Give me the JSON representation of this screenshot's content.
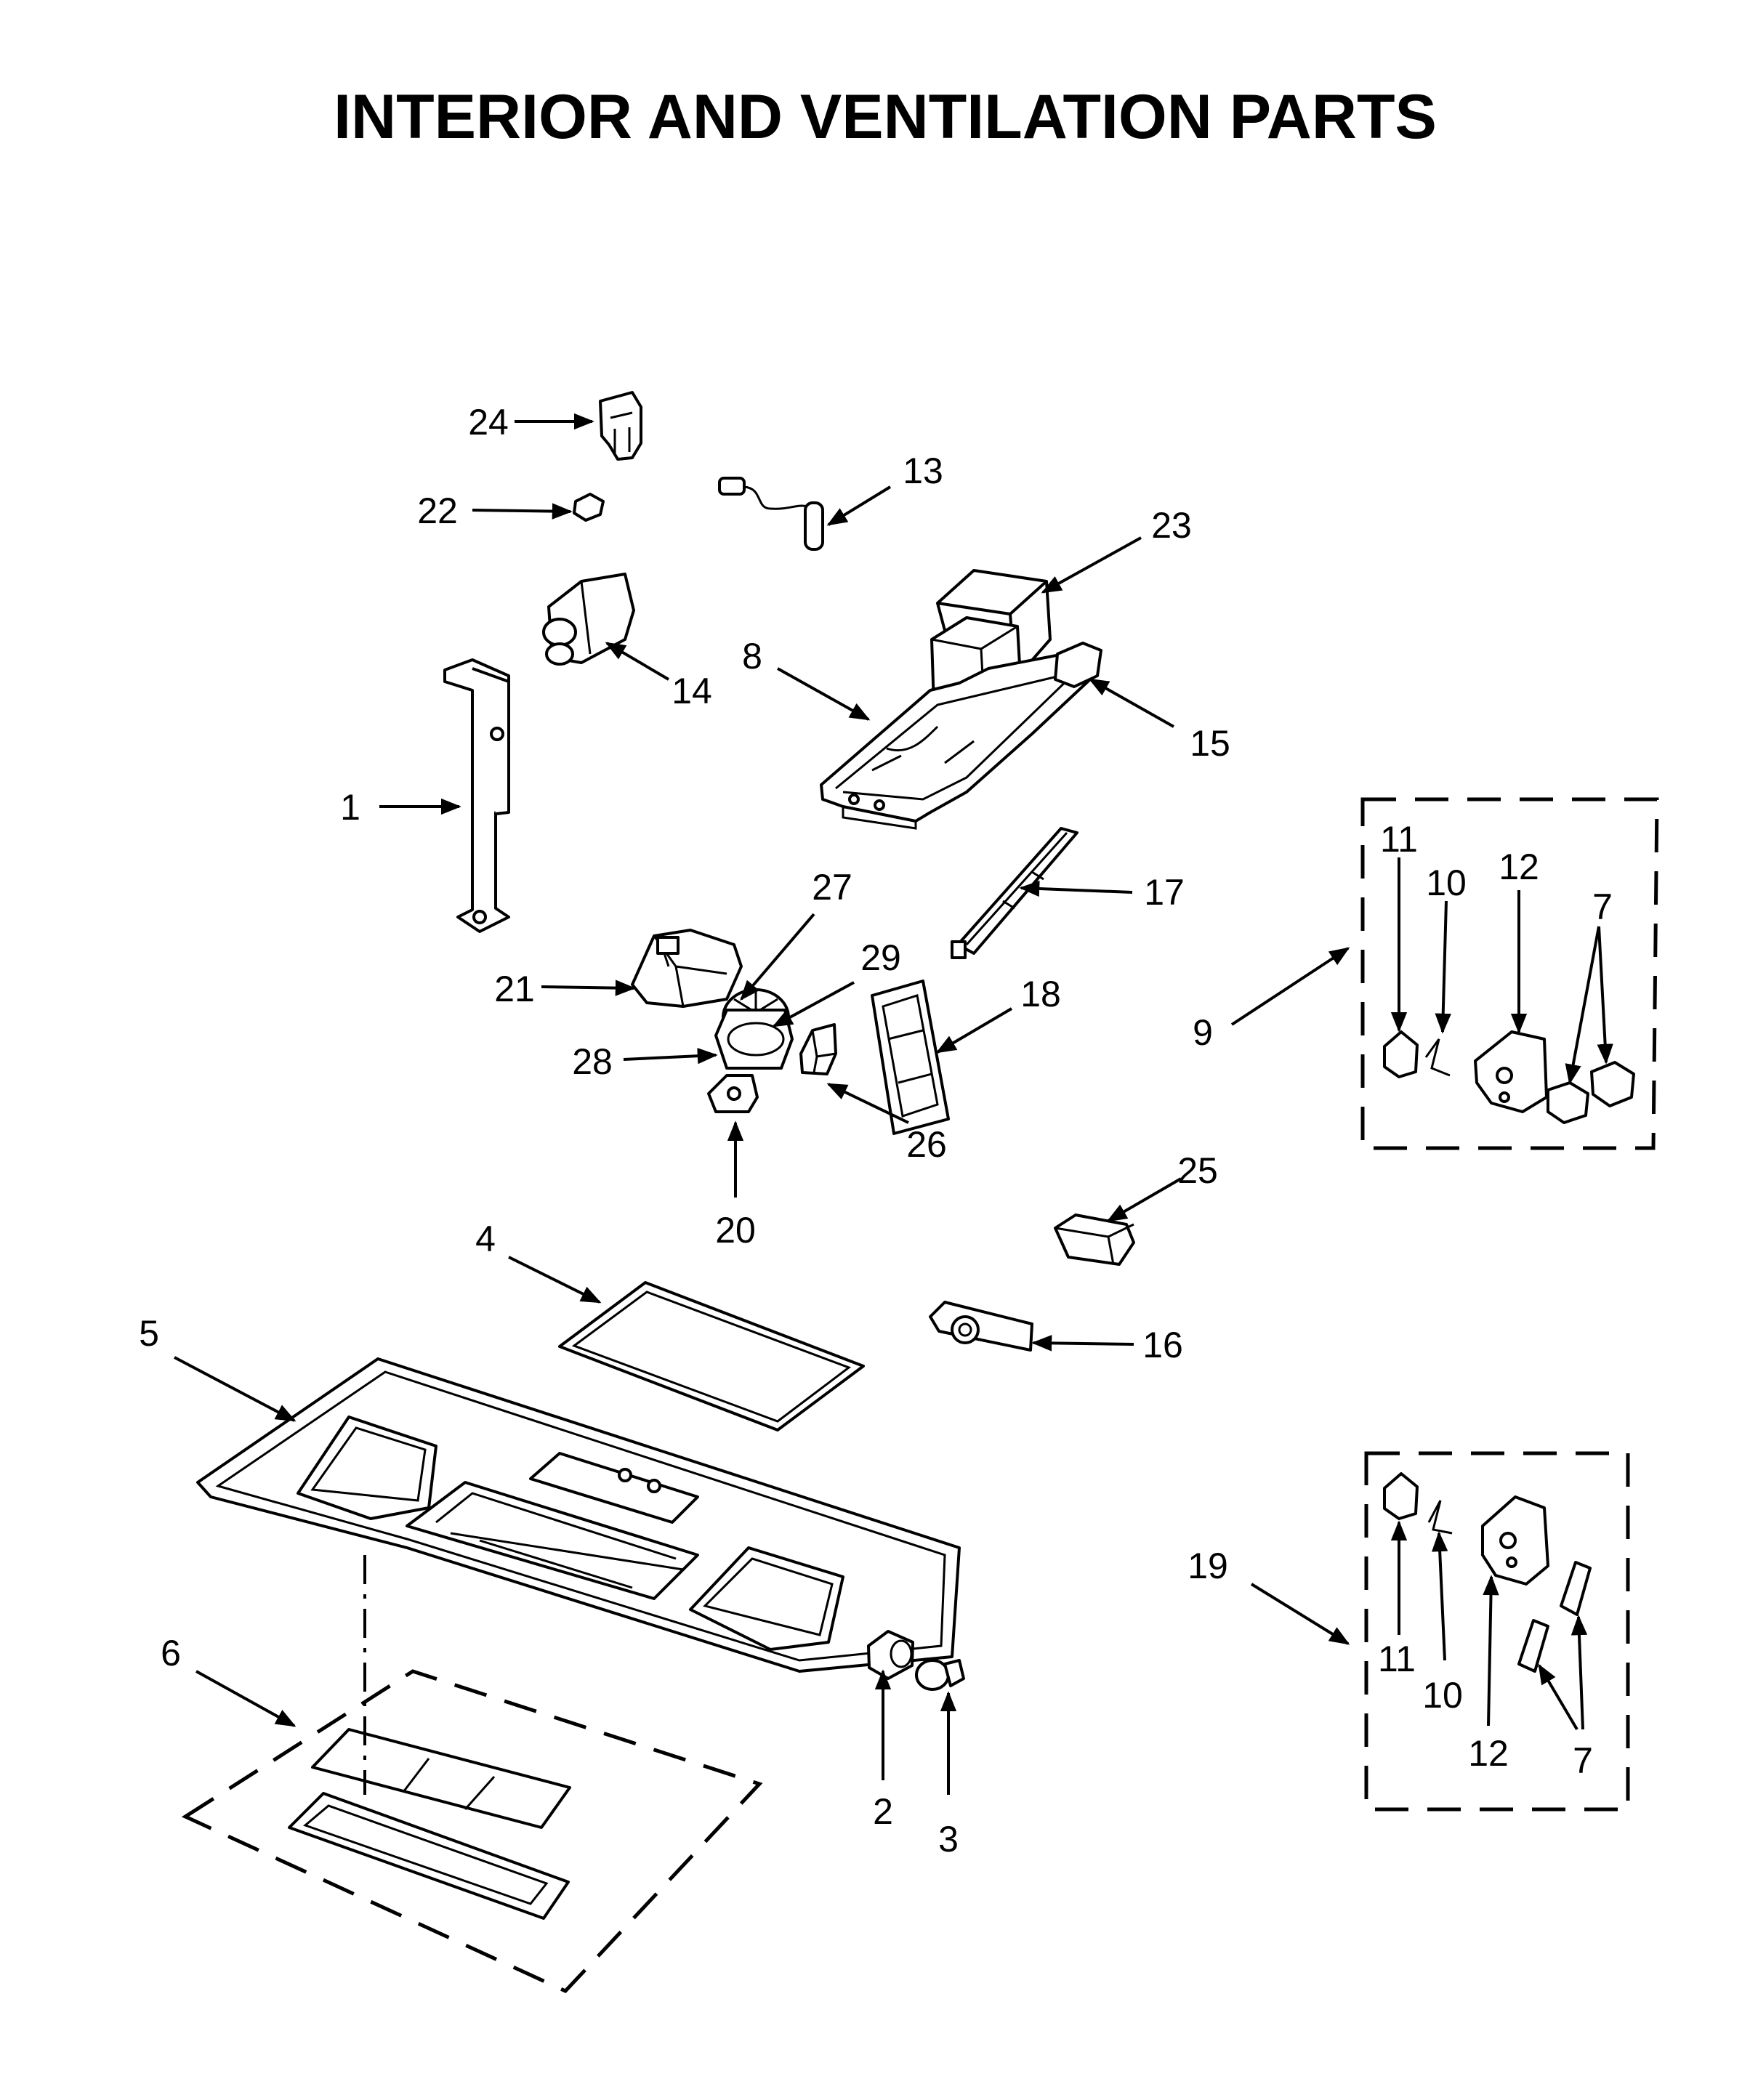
{
  "title": "INTERIOR AND VENTILATION PARTS",
  "callouts": {
    "c1": "1",
    "c2": "2",
    "c3": "3",
    "c4": "4",
    "c5": "5",
    "c6": "6",
    "c7a": "7",
    "c7b": "7",
    "c8": "8",
    "c9": "9",
    "c10a": "10",
    "c10b": "10",
    "c11a": "11",
    "c11b": "11",
    "c12a": "12",
    "c12b": "12",
    "c13": "13",
    "c14": "14",
    "c15": "15",
    "c16": "16",
    "c17": "17",
    "c18": "18",
    "c19": "19",
    "c20": "20",
    "c21": "21",
    "c22": "22",
    "c23": "23",
    "c24": "24",
    "c25": "25",
    "c26": "26",
    "c27": "27",
    "c28": "28",
    "c29": "29"
  }
}
